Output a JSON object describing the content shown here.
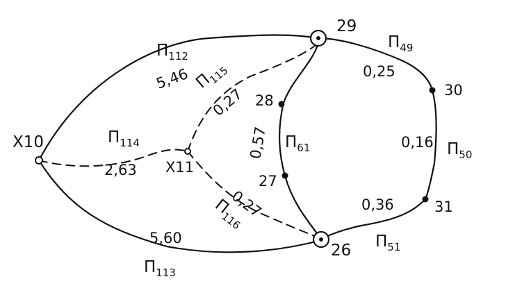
{
  "nodes": {
    "n29": "29",
    "n28": "28",
    "n27": "27",
    "n26": "26",
    "n30": "30",
    "n31": "31",
    "x10": "X10",
    "x11": "X11"
  },
  "edges": {
    "p112": {
      "name": "П",
      "sub": "112",
      "value": "5,46"
    },
    "p113": {
      "name": "П",
      "sub": "113",
      "value": "5,60"
    },
    "p114": {
      "name": "П",
      "sub": "114",
      "value": "2,63"
    },
    "p115": {
      "name": "П",
      "sub": "115",
      "value": "0,27"
    },
    "p116": {
      "name": "П",
      "sub": "116",
      "value": "0,27"
    },
    "p61": {
      "name": "П",
      "sub": "61",
      "value": "0,57"
    },
    "p49": {
      "name": "П",
      "sub": "49",
      "value": "0,25"
    },
    "p50": {
      "name": "П",
      "sub": "50",
      "value": "0,16"
    },
    "p51": {
      "name": "П",
      "sub": "51",
      "value": "0,36"
    }
  }
}
